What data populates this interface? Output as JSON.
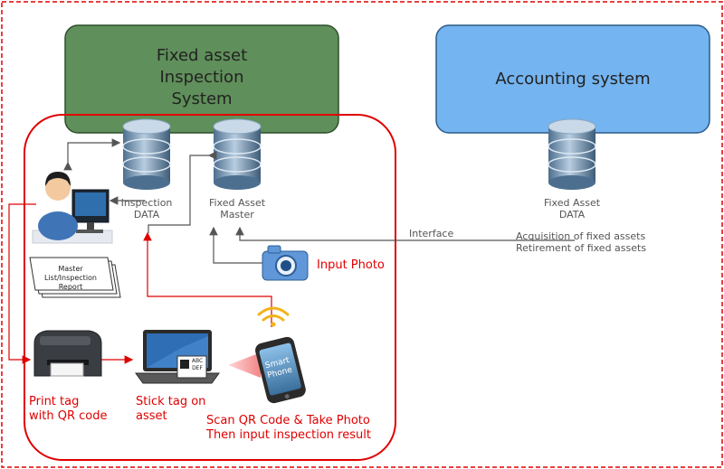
{
  "boxes": {
    "fixed_asset_inspection": {
      "line1": "Fixed asset",
      "line2": "Inspection",
      "line3": "System"
    },
    "accounting": {
      "title": "Accounting system"
    }
  },
  "databases": {
    "inspection": {
      "line1": "Inspection",
      "line2": "DATA"
    },
    "fixed_asset_master": {
      "line1": "Fixed Asset",
      "line2": "Master"
    },
    "fixed_asset_data": {
      "line1": "Fixed Asset",
      "line2": "DATA"
    }
  },
  "interface": {
    "label": "Interface",
    "line1": "Acquisition of fixed assets",
    "line2": "Retirement of fixed assets"
  },
  "report": {
    "line1": "Master",
    "line2": "List/Inspection",
    "line3": "Report"
  },
  "steps": {
    "input_photo": "Input Photo",
    "print_line1": "Print tag",
    "print_line2": "with QR code",
    "stick_line1": "Stick tag on",
    "stick_line2": "asset",
    "scan_line1": "Scan QR Code & Take Photo",
    "scan_line2": "Then input inspection result"
  },
  "devices": {
    "smartphone_line1": "Smart",
    "smartphone_line2": "Phone",
    "tag_line1": "ABC",
    "tag_line2": "DEF"
  },
  "colors": {
    "green_box": "#5f8f5a",
    "blue_box": "#74b4f0",
    "red_accent": "#e00000"
  }
}
